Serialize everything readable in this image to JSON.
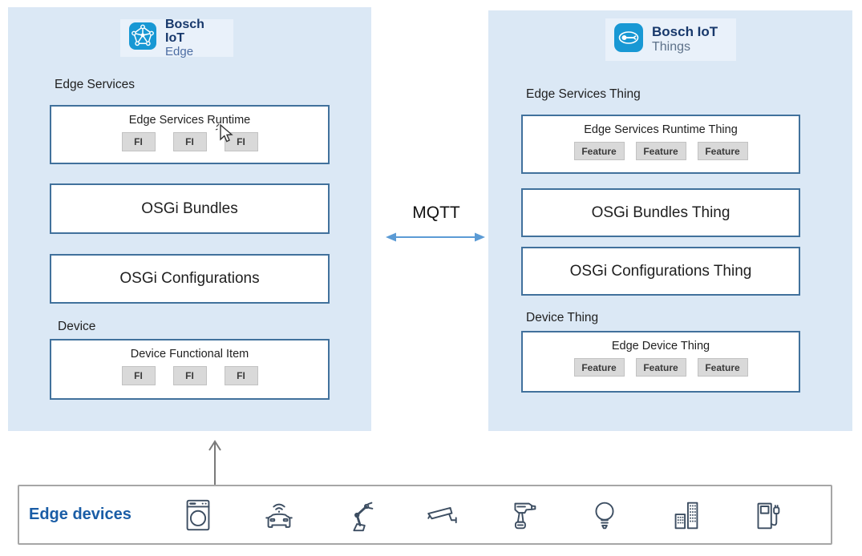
{
  "left_panel": {
    "logo": {
      "title": "Bosch IoT",
      "subtitle": "Edge"
    },
    "services_label": "Edge Services",
    "runtime_box": {
      "title": "Edge Services Runtime",
      "chips": [
        "FI",
        "FI",
        "FI"
      ]
    },
    "bundles_label": "OSGi Bundles",
    "configurations_label": "OSGi Configurations",
    "device_label": "Device",
    "device_box": {
      "title": "Device Functional Item",
      "chips": [
        "FI",
        "FI",
        "FI"
      ]
    }
  },
  "right_panel": {
    "logo": {
      "title": "Bosch IoT",
      "subtitle": "Things"
    },
    "services_label": "Edge Services Thing",
    "runtime_box": {
      "title": "Edge Services Runtime Thing",
      "chips": [
        "Feature",
        "Feature",
        "Feature"
      ]
    },
    "bundles_label": "OSGi Bundles Thing",
    "configurations_label": "OSGi Configurations Thing",
    "device_label": "Device Thing",
    "device_box": {
      "title": "Edge Device Thing",
      "chips": [
        "Feature",
        "Feature",
        "Feature"
      ]
    }
  },
  "connector": {
    "label": "MQTT"
  },
  "bottom_bar": {
    "label": "Edge devices",
    "icons": [
      "washing-machine",
      "connected-car",
      "robot-arm",
      "surveillance-camera",
      "power-drill",
      "light-bulb",
      "office-buildings",
      "charging-station"
    ]
  },
  "colors": {
    "panel_bg": "#dbe8f5",
    "logo_chip_bg": "#e9f1fa",
    "logo_icon_blue": "#1898d4",
    "brand_navy": "#17386b",
    "box_border": "#41719c",
    "chip_bg": "#d9d9d9",
    "mqtt_arrow": "#5b9bd5",
    "up_arrow": "#7a7a7a",
    "bottom_box_border": "#a6a6a6",
    "edge_devices_text": "#1a5da6",
    "device_icon": "#3d4e62"
  }
}
